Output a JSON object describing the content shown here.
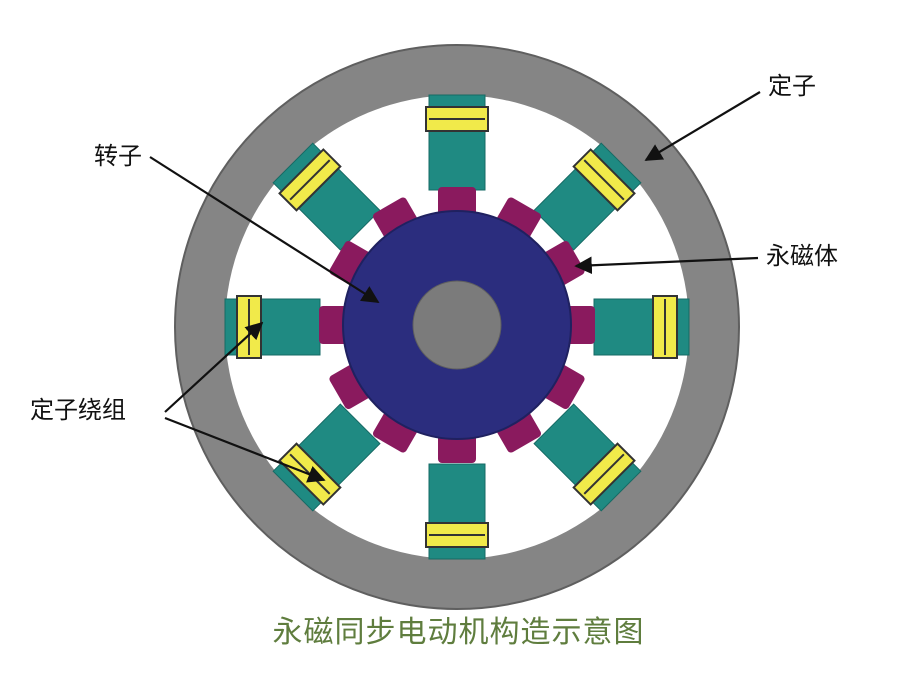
{
  "labels": {
    "stator": "定子",
    "rotor": "转子",
    "magnet": "永磁体",
    "winding": "定子绕组"
  },
  "caption": "永磁同步电动机构造示意图",
  "colors": {
    "stator_ring": "#858585",
    "stator_ring_edge": "#5f5f5f",
    "inner_bg": "#ffffff",
    "pole": "#1f8a82",
    "pole_edge": "#166a64",
    "winding": "#f1ea4a",
    "winding_stripe": "#333333",
    "rotor": "#2b2d7e",
    "rotor_edge": "#1f2160",
    "magnet": "#8a1a5e",
    "shaft": "#7b7b7b",
    "caption": "#5f7d3e",
    "leader": "#111111"
  },
  "structure": {
    "stator_poles": 8,
    "rotor_magnets": 12
  }
}
